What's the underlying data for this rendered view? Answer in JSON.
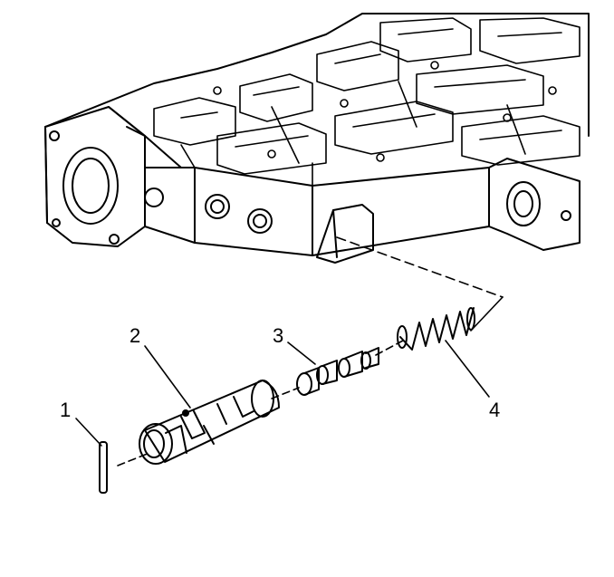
{
  "colors": {
    "line": "#000000",
    "background": "#ffffff"
  },
  "callouts": {
    "c1": "1",
    "c2": "2",
    "c3": "3",
    "c4": "4"
  },
  "parts": [
    {
      "name": "valve-body",
      "description_icon": "valve-body-casting"
    },
    {
      "name": "roll-pin",
      "description_icon": "pin-icon"
    },
    {
      "name": "valve-sleeve",
      "description_icon": "sleeve-icon"
    },
    {
      "name": "valve-spool",
      "description_icon": "spool-icon"
    },
    {
      "name": "spring",
      "description_icon": "spring-icon"
    }
  ]
}
